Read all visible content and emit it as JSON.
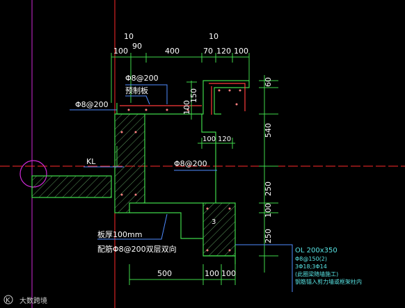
{
  "colors": {
    "background": "#000000",
    "concrete_outline": "#3fd84a",
    "dimension_line": "#3fd84a",
    "rebar": "#ff3b3b",
    "rebar_dots": "#ff8080",
    "leader_line": "#4f8cff",
    "magenta_axis": "#d02ad8",
    "red_axis": "#ff2a2a",
    "text": "#ffffff",
    "beam_note": "#59e6e6",
    "hatch": "#5f9a5f"
  },
  "dimensions": {
    "top_offset_left": "10",
    "top_offset_right": "10",
    "top_chain": [
      "100",
      "90",
      "400",
      "70",
      "120",
      "100"
    ],
    "right_chain": [
      "60",
      "150",
      "540",
      "250",
      "100",
      "250"
    ],
    "left_step": "100",
    "mid_chain": [
      "100",
      "120"
    ],
    "bottom_chain": [
      "500",
      "100",
      "100"
    ]
  },
  "labels": {
    "rebar_top": "Φ8@200",
    "precast_slab": "预制板",
    "rebar_left": "Φ8@200",
    "beam_kl": "KL",
    "rebar_mid": "Φ8@200",
    "slab_thickness": "板厚100mm",
    "slab_rebar": "配筋Φ8@200双层双向",
    "hatch_mark": "3"
  },
  "beam_note": {
    "title": "OL 200x350",
    "stirrup": "Φ8@150(2)",
    "main_bars": "3Φ18;3Φ14",
    "line4": "(此圈梁随墙施工)",
    "line5": "钢筋锚入剪力墙或框架柱内"
  },
  "watermark": {
    "logo": "K",
    "text": "大数跨境"
  }
}
